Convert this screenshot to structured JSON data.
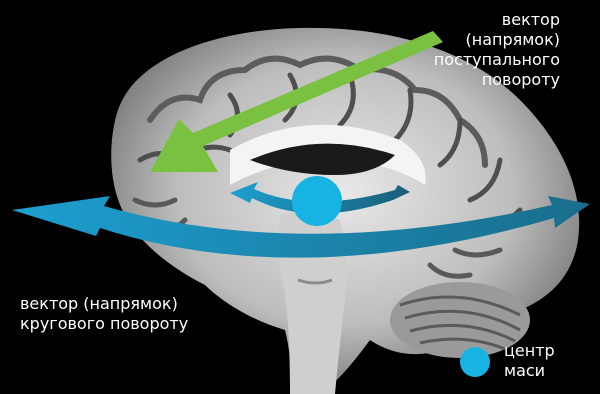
{
  "labels": {
    "linear_vector": [
      "вектор",
      "(напрямок)",
      "поступального",
      "повороту"
    ],
    "circular_vector": [
      "вектор (напрямок)",
      "кругового повороту"
    ],
    "center_of_mass": [
      "центр",
      "маси"
    ]
  },
  "icons": {
    "linear_arrow": "arrow-down-left-icon",
    "circular_arrow": "curved-arrow-left-icon",
    "center_marker": "circle-icon"
  },
  "colors": {
    "background": "#000000",
    "linear_vector": "#7ac142",
    "circular_vector": "#1c9fd0",
    "circular_vector_dark": "#1a6d8c",
    "center_of_mass": "#17b3e3",
    "text": "#ffffff"
  }
}
